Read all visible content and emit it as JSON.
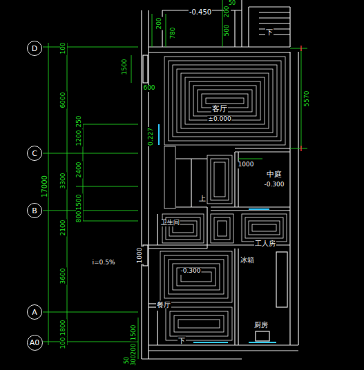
{
  "diagram": {
    "nodes": [
      {
        "text": [
          "D"
        ]
      },
      {
        "text": [
          "C"
        ]
      },
      {
        "text": [
          "B"
        ]
      },
      {
        "text": [
          "A"
        ]
      },
      {
        "text": [
          "A0"
        ]
      }
    ],
    "labels": [
      "-0.450",
      "200",
      "780",
      "500",
      "200",
      "50",
      "1500",
      "600",
      "5570",
      "客厅",
      "±0.000",
      "0.227",
      "1000",
      "中庭",
      "-0.300",
      "上",
      "卫生间",
      "工人房",
      "冰箱",
      "i=0.5%",
      "-0.300",
      "餐厅",
      "厨房",
      "下",
      "下",
      "100",
      "6000",
      "17000",
      "3300",
      "2100",
      "3600",
      "1800",
      "100",
      "1200",
      "2400",
      "1500",
      "800",
      "250",
      "1000",
      "1500",
      "200",
      "300",
      "50"
    ]
  }
}
